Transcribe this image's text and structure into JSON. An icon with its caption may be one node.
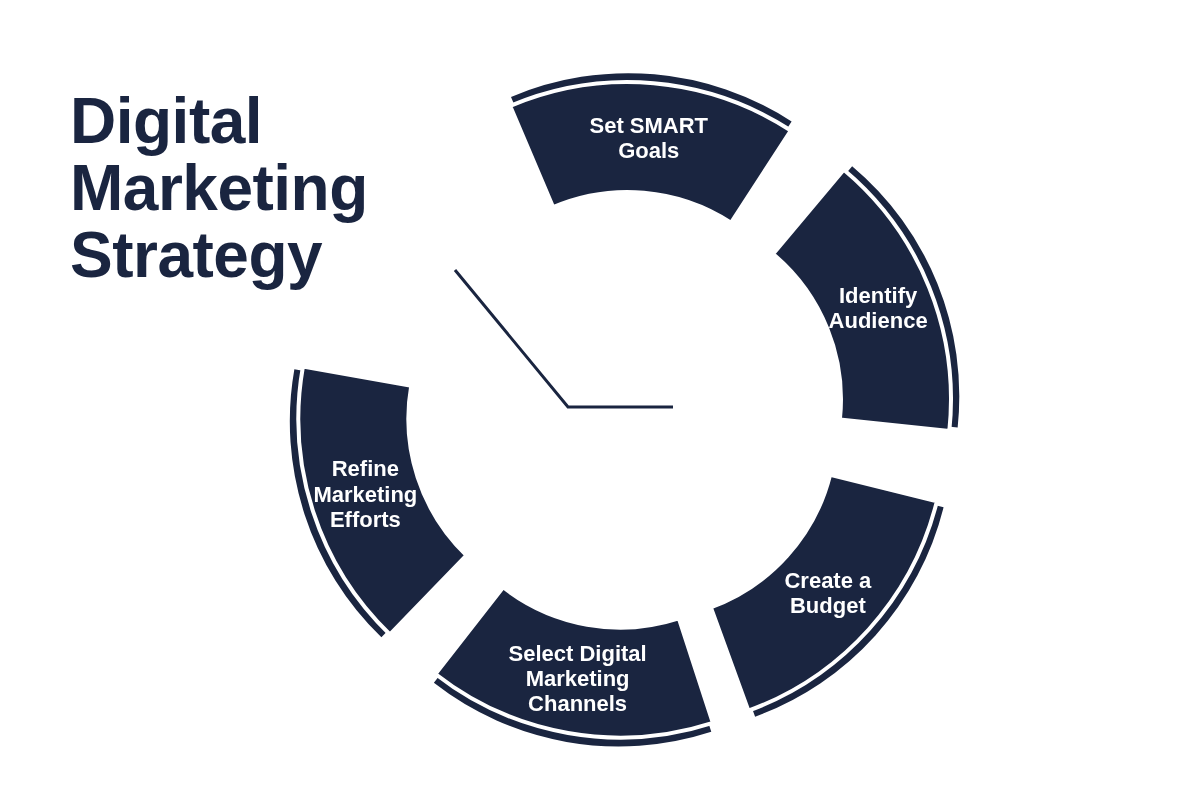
{
  "diagram": {
    "title": "Digital Marketing Strategy",
    "nodes": [
      {
        "text": [
          "Set SMART Goals"
        ]
      },
      {
        "text": [
          "Identify Audience"
        ]
      },
      {
        "text": [
          "Create a Budget"
        ]
      },
      {
        "text": [
          "Select Digital Marketing Channels"
        ]
      },
      {
        "text": [
          "Refine Marketing Efforts"
        ]
      }
    ]
  }
}
